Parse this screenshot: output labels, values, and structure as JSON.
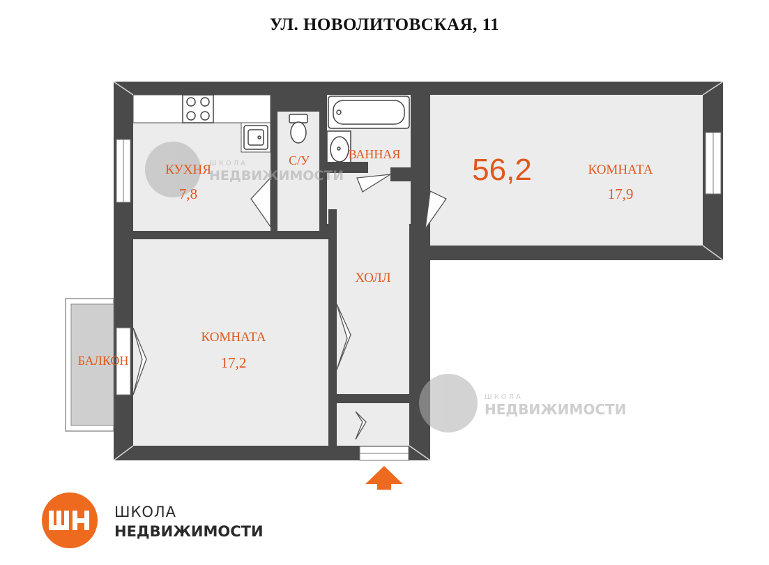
{
  "title": "УЛ. НОВОЛИТОВСКАЯ, 11",
  "total_area": "56,2",
  "rooms": {
    "kitchen": {
      "name": "КУХНЯ",
      "area": "7,8"
    },
    "wc": {
      "name": "С/У"
    },
    "bath": {
      "name": "ВАННАЯ"
    },
    "room_right": {
      "name": "КОМНАТА",
      "area": "17,9"
    },
    "hall": {
      "name": "ХОЛЛ"
    },
    "room_left": {
      "name": "КОМНАТА",
      "area": "17,2"
    },
    "balcony": {
      "name": "БАЛКОН"
    }
  },
  "watermark": {
    "small": "ШКОЛА",
    "big": "НЕДВИЖИМОСТИ"
  },
  "logo": {
    "line1": "ШКОЛА",
    "line2": "НЕДВИЖИМОСТИ",
    "mark": "ШН"
  },
  "colors": {
    "accent": "#e0581c",
    "wall": "#4a4a4a",
    "floor": "#ececec",
    "watermark": "#a8a8a8"
  },
  "icons": [
    "entrance-arrow-icon",
    "stove-icon",
    "sink-icon",
    "toilet-icon",
    "bathtub-icon",
    "washbasin-icon",
    "logo-icon"
  ]
}
